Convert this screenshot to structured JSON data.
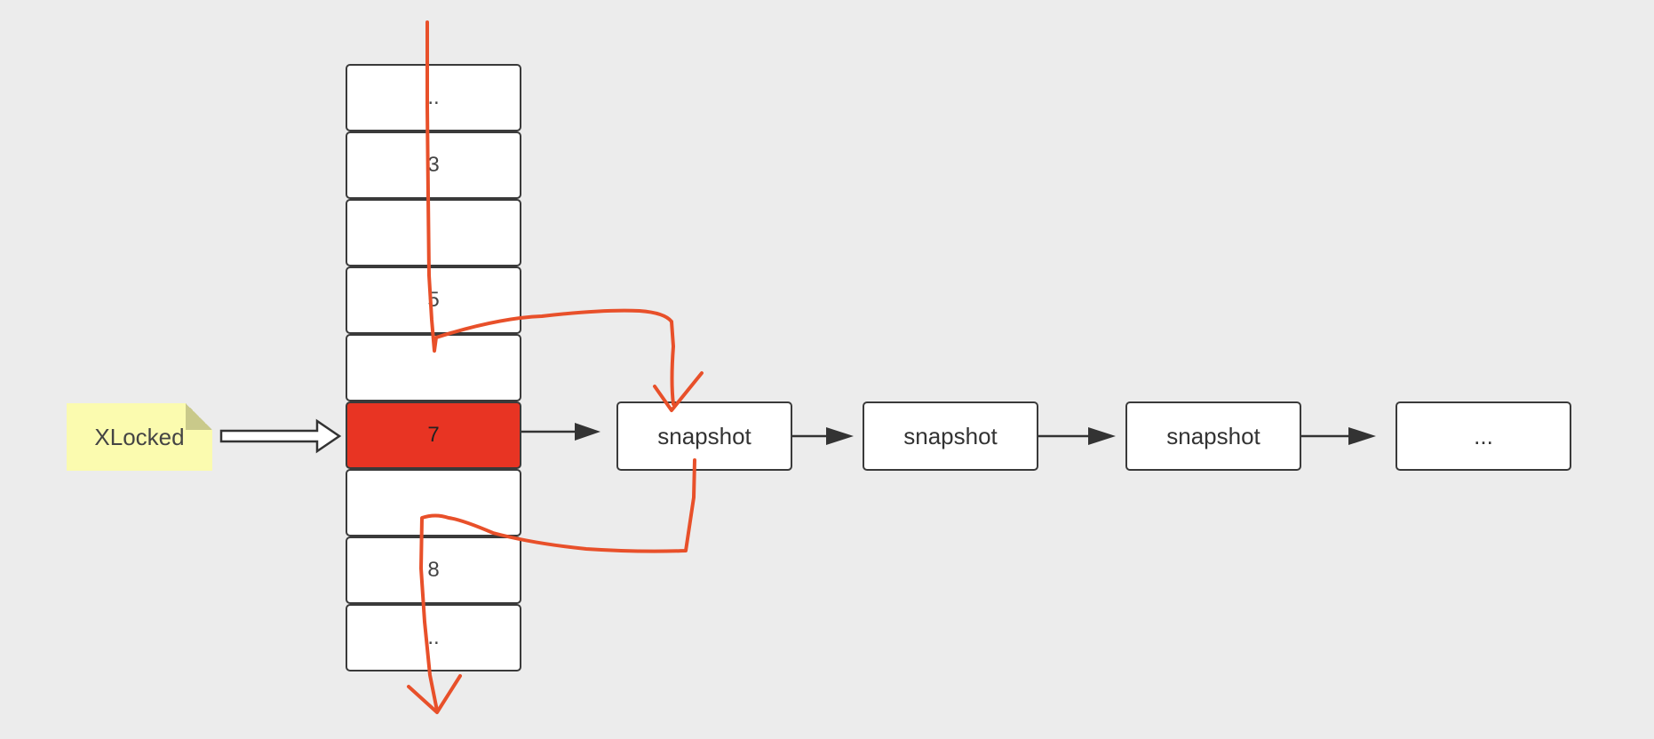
{
  "note": {
    "label": "XLocked"
  },
  "hash_slots": [
    "..",
    "3",
    "",
    "5",
    "",
    "7",
    "",
    "8",
    ".."
  ],
  "highlight_index": 5,
  "chain": [
    "snapshot",
    "snapshot",
    "snapshot",
    "..."
  ],
  "colors": {
    "background": "#ececec",
    "highlight": "#e83423",
    "annotation_stroke": "#e8502a",
    "note": "#fbfbaf"
  }
}
